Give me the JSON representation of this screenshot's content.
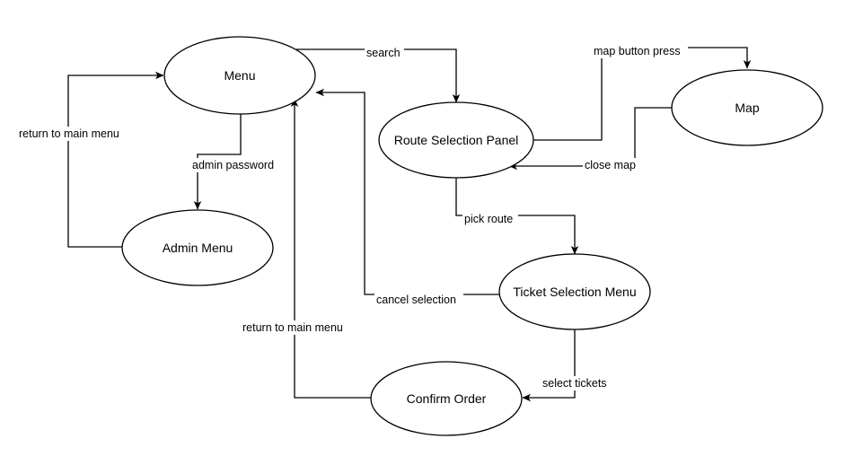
{
  "diagram": {
    "nodes": {
      "menu": "Menu",
      "admin_menu": "Admin Menu",
      "route_selection_panel": "Route Selection Panel",
      "map": "Map",
      "ticket_selection_menu": "Ticket Selection Menu",
      "confirm_order": "Confirm Order"
    },
    "edges": {
      "search": "search",
      "admin_password": "admin password",
      "return_from_admin": "return to main menu",
      "map_button_press": "map button press",
      "close_map": "close map",
      "pick_route": "pick route",
      "cancel_selection": "cancel selection",
      "select_tickets": "select tickets",
      "return_from_confirm": "return to main menu"
    }
  }
}
